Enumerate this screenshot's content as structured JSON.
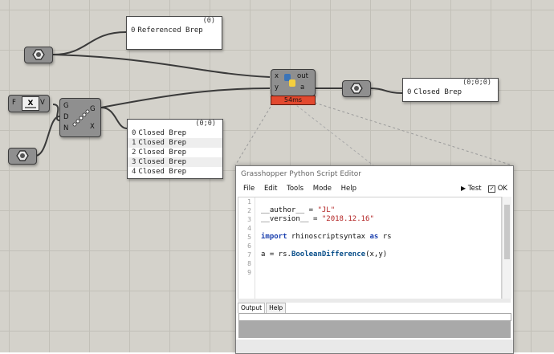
{
  "canvas": {
    "background": "#d4d2cb"
  },
  "panel_ref": {
    "header": "(0)",
    "rows": [
      {
        "index": "0",
        "text": "Referenced Brep"
      }
    ]
  },
  "panel_out": {
    "header": "(0;0;0)",
    "rows": [
      {
        "index": "0",
        "text": "Closed Brep"
      }
    ]
  },
  "panel_list": {
    "header": "(0;0)",
    "rows": [
      {
        "index": "0",
        "text": "Closed Brep"
      },
      {
        "index": "1",
        "text": "Closed Brep"
      },
      {
        "index": "2",
        "text": "Closed Brep"
      },
      {
        "index": "3",
        "text": "Closed Brep"
      },
      {
        "index": "4",
        "text": "Closed Brep"
      }
    ]
  },
  "slider_node": {
    "in": "F",
    "out": "V"
  },
  "series_node": {
    "inputs": [
      "G",
      "D",
      "N"
    ],
    "outputs": [
      "G",
      "X"
    ]
  },
  "python_node": {
    "inputs": [
      "x",
      "y"
    ],
    "outputs": [
      "out",
      "a"
    ],
    "timing": "54ms",
    "timing_color": "#e2492f"
  },
  "editor": {
    "title": "Grasshopper Python Script Editor",
    "menu": [
      "File",
      "Edit",
      "Tools",
      "Mode",
      "Help"
    ],
    "test_label": "Test",
    "ok_label": "OK",
    "line_numbers": [
      "1",
      "2",
      "3",
      "4",
      "5",
      "6",
      "7",
      "8",
      "9"
    ],
    "code": {
      "l2_a": "__author__ = ",
      "l2_b": "\"JL\"",
      "l3_a": "__version__ = ",
      "l3_b": "\"2018.12.16\"",
      "l5_kw1": "import",
      "l5_mid": " rhinoscriptsyntax ",
      "l5_kw2": "as",
      "l5_end": " rs",
      "l7_a": "a = rs.",
      "l7_fn": "BooleanDifference",
      "l7_end": "(x,y)"
    },
    "tabs": [
      "Output",
      "Help"
    ]
  }
}
